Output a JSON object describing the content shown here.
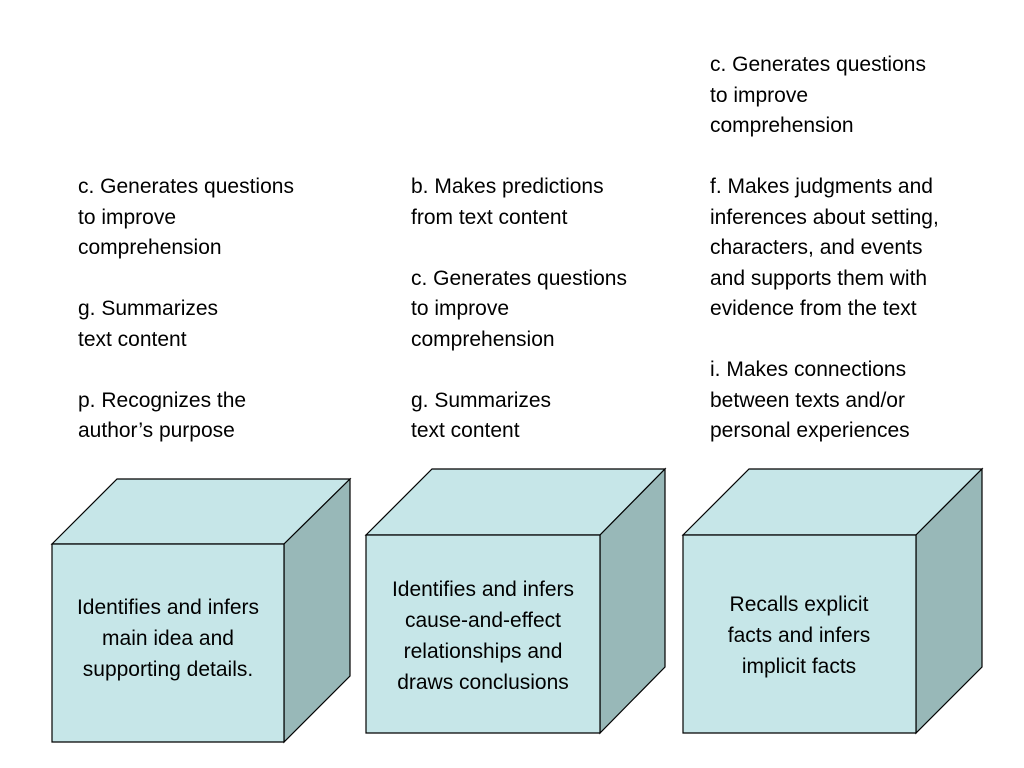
{
  "colors": {
    "cube_front": "#c6e6e8",
    "cube_top": "#c6e6e8",
    "cube_side": "#98b8b8",
    "stroke": "#000000"
  },
  "columns": [
    {
      "items": [
        [
          "c. Generates questions",
          "to improve",
          "comprehension"
        ],
        [
          "g. Summarizes",
          "text content"
        ],
        [
          "p. Recognizes the",
          "author’s purpose"
        ]
      ],
      "cube_label": [
        "Identifies and infers",
        "main idea and",
        "supporting details."
      ]
    },
    {
      "items": [
        [
          "b. Makes predictions",
          "from text content"
        ],
        [
          "c. Generates questions",
          "to improve",
          "comprehension"
        ],
        [
          "g. Summarizes",
          "text content"
        ]
      ],
      "cube_label": [
        "Identifies and infers",
        "cause-and-effect",
        "relationships and",
        "draws conclusions"
      ]
    },
    {
      "items": [
        [
          "c. Generates questions",
          "to improve",
          "comprehension"
        ],
        [
          "f. Makes judgments and",
          "inferences about setting,",
          "characters, and events",
          "and supports them with",
          "evidence from the text"
        ],
        [
          "i. Makes connections",
          "between texts and/or",
          "personal experiences"
        ]
      ],
      "cube_label": [
        "Recalls explicit",
        "facts and infers",
        "implicit facts"
      ]
    }
  ]
}
